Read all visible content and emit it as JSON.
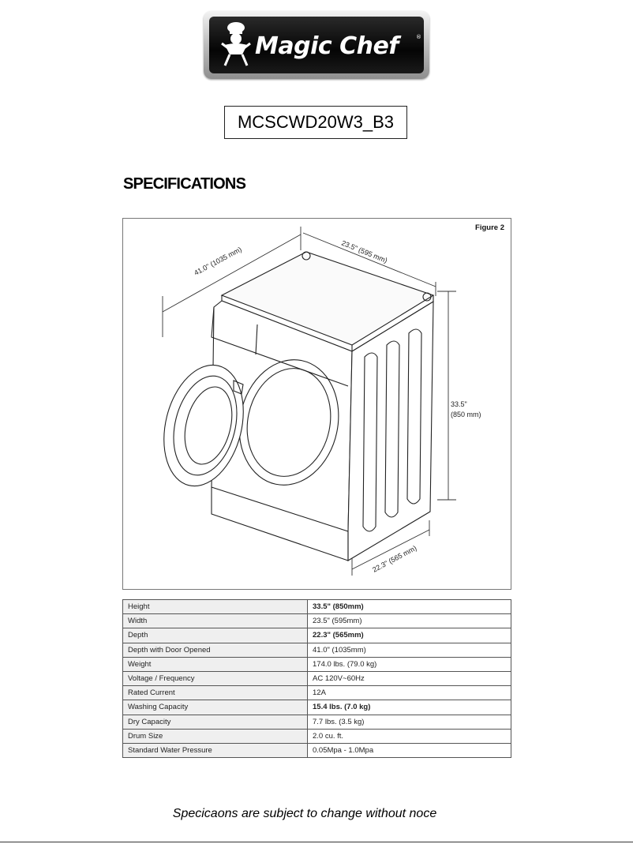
{
  "brand": {
    "name": "Magic Chef",
    "registered_mark": "®"
  },
  "model": "MCSCWD20W3_B3",
  "heading": "SPECIFICATIONS",
  "figure": {
    "label": "Figure 2",
    "dimensions": {
      "depth_open": "41.0\" (1035 mm)",
      "width": "23.5\" (595 mm)",
      "height_in": "33.5\"",
      "height_mm": "(850 mm)",
      "depth": "22.3\" (565 mm)"
    }
  },
  "specs": [
    {
      "label": "Height",
      "value": "33.5\" (850mm)",
      "bold": true
    },
    {
      "label": "Width",
      "value": "23.5\" (595mm)",
      "bold": false
    },
    {
      "label": "Depth",
      "value": "22.3\" (565mm)",
      "bold": true
    },
    {
      "label": "Depth with Door Opened",
      "value": "41.0\" (1035mm)",
      "bold": false
    },
    {
      "label": "Weight",
      "value": "174.0 lbs. (79.0 kg)",
      "bold": false
    },
    {
      "label": "Voltage / Frequency",
      "value": "AC 120V~60Hz",
      "bold": false
    },
    {
      "label": "Rated Current",
      "value": "12A",
      "bold": false
    },
    {
      "label": "Washing Capacity",
      "value": "15.4 lbs. (7.0 kg)",
      "bold": true
    },
    {
      "label": "Dry Capacity",
      "value": "7.7 lbs. (3.5 kg)",
      "bold": false
    },
    {
      "label": "Drum Size",
      "value": "2.0 cu. ft.",
      "bold": false
    },
    {
      "label": "Standard Water Pressure",
      "value": "0.05Mpa - 1.0Mpa",
      "bold": false
    }
  ],
  "footer": "Specicaons are subject to change without noce"
}
